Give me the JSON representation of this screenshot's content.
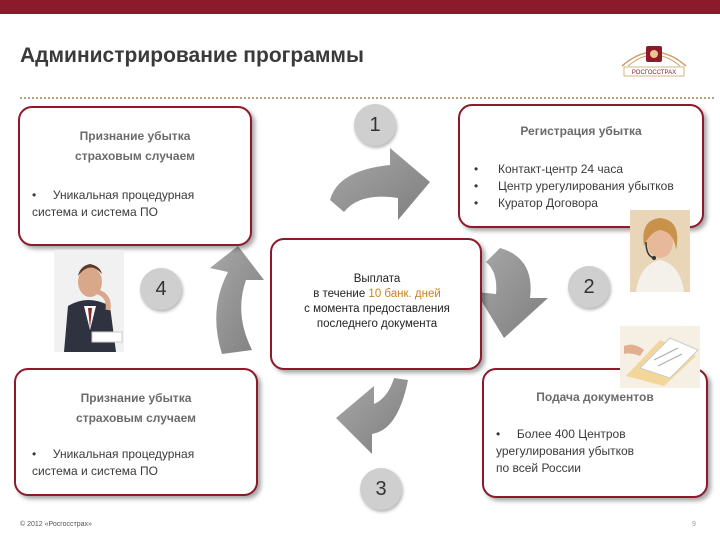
{
  "header": {
    "title": "Администрирование программы",
    "logo_text": "РОСГОССТРАХ"
  },
  "steps": {
    "s1": "1",
    "s2": "2",
    "s3": "3",
    "s4": "4"
  },
  "box_top_left": {
    "heading_line1": "Признание убытка",
    "heading_line2": "страховым случаем",
    "bullet_line1": "Уникальная процедурная",
    "bullet_line2": "система и система ПО"
  },
  "box_top_right": {
    "heading": "Регистрация убытка",
    "bullets": [
      "Контакт-центр 24 часа",
      "Центр урегулирования убытков",
      "Куратор Договора"
    ]
  },
  "box_center": {
    "line1": "Выплата",
    "line2_pre": "в течение ",
    "line2_highlight": "10 банк. дней",
    "line3": "с момента предоставления",
    "line4": "последнего документа"
  },
  "box_bottom_left": {
    "heading_line1": "Признание убытка",
    "heading_line2": "страховым случаем",
    "bullet_line1": "Уникальная процедурная",
    "bullet_line2": "система и система ПО"
  },
  "box_bottom_right": {
    "heading": "Подача документов",
    "bullet_line1": "Более 400 Центров",
    "bullet_line2": "урегулирования убытков",
    "bullet_line3": "по всей России"
  },
  "footer": {
    "copyright": "© 2012 «Росгосстрах»",
    "page": "9"
  },
  "colors": {
    "accent": "#8c1a2a",
    "arrow": "#9a9a9a",
    "highlight": "#c9821e"
  }
}
